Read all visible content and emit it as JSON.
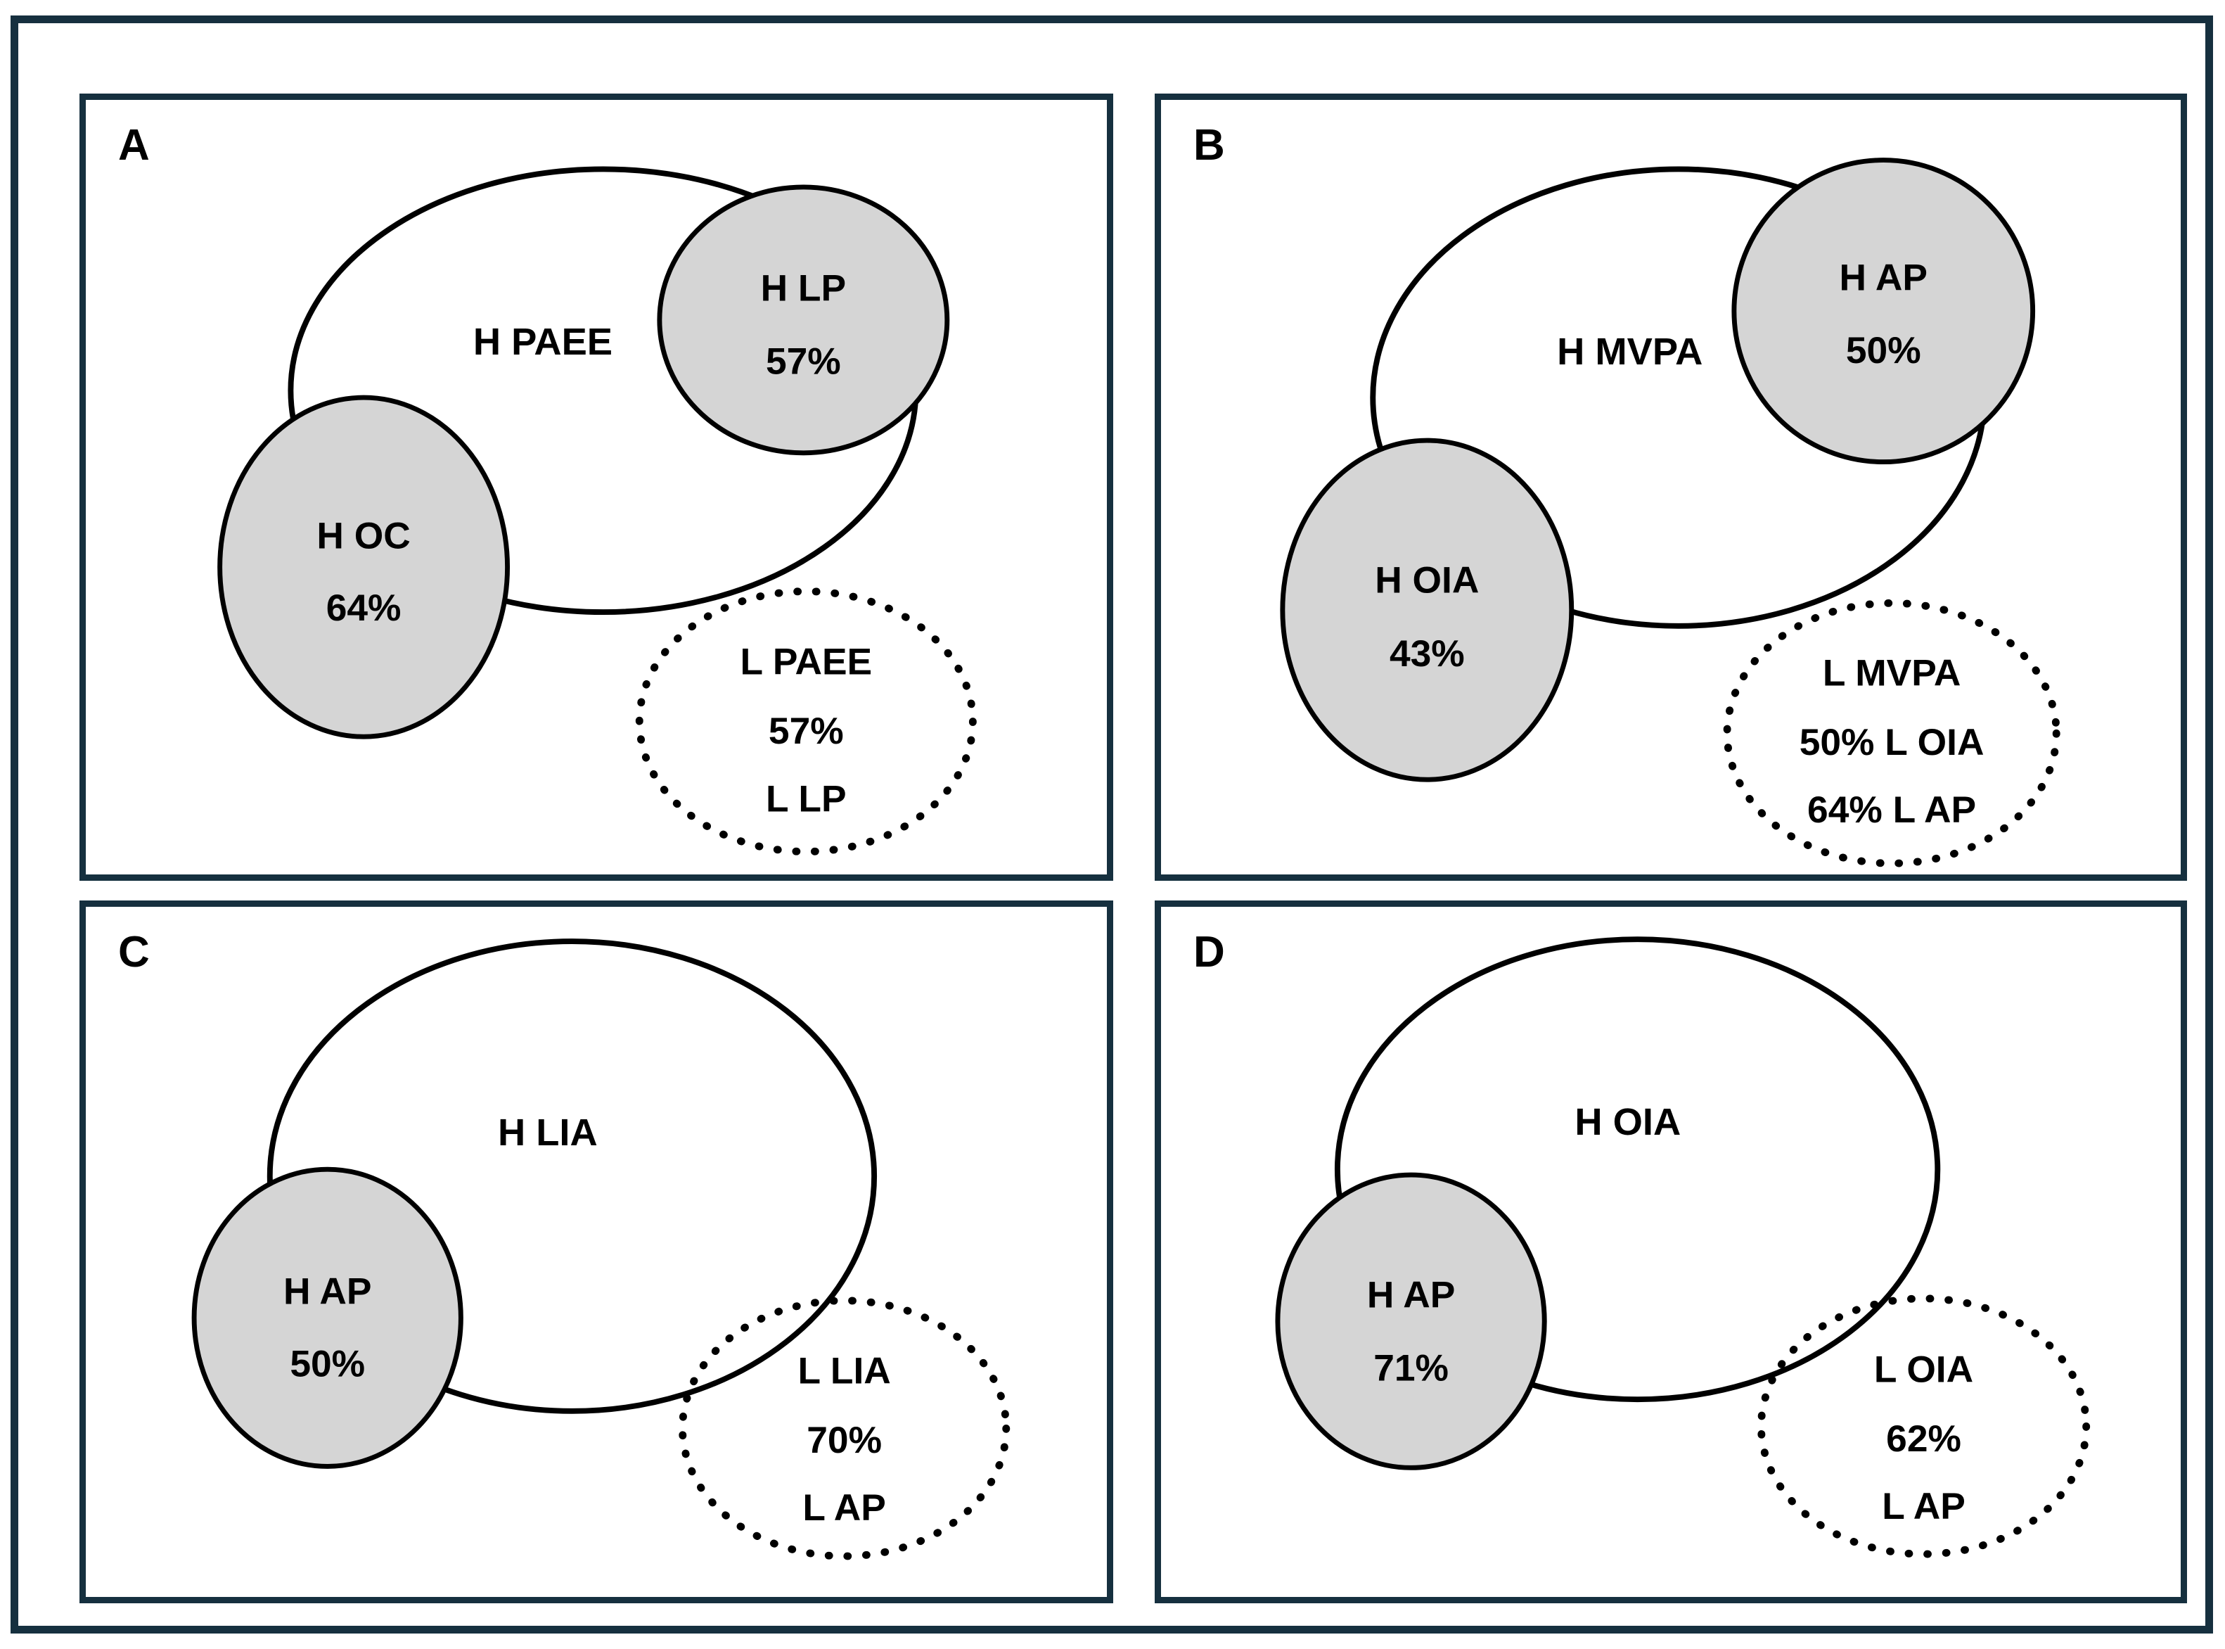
{
  "figure": {
    "frame_color": "#16303f",
    "shaded_fill": "#d5d5d5",
    "outline_color": "#000000"
  },
  "panels": [
    {
      "id": "A",
      "letter": "A",
      "big_set": {
        "label": "H PAEE"
      },
      "shaded_sets": [
        {
          "label": "H OC",
          "value": "64%"
        },
        {
          "label": "H LP",
          "value": "57%"
        }
      ],
      "dotted_set": {
        "line1": "L PAEE",
        "line2": "57%",
        "line3": "L LP"
      }
    },
    {
      "id": "B",
      "letter": "B",
      "big_set": {
        "label": "H MVPA"
      },
      "shaded_sets": [
        {
          "label": "H OIA",
          "value": "43%"
        },
        {
          "label": "H AP",
          "value": "50%"
        }
      ],
      "dotted_set": {
        "line1": "L MVPA",
        "line2": "50% L OIA",
        "line3": "64% L AP"
      }
    },
    {
      "id": "C",
      "letter": "C",
      "big_set": {
        "label": "H LIA"
      },
      "shaded_sets": [
        {
          "label": "H AP",
          "value": "50%"
        }
      ],
      "dotted_set": {
        "line1": "L LIA",
        "line2": "70%",
        "line3": "L AP"
      }
    },
    {
      "id": "D",
      "letter": "D",
      "big_set": {
        "label": "H OIA"
      },
      "shaded_sets": [
        {
          "label": "H AP",
          "value": "71%"
        }
      ],
      "dotted_set": {
        "line1": "L OIA",
        "line2": "62%",
        "line3": "L AP"
      }
    }
  ],
  "chart_data": {
    "type": "diagram",
    "subtype": "euler-venn-set-diagram",
    "title": "",
    "panels": [
      {
        "panel": "A",
        "outer_set": "H PAEE",
        "subsets": [
          {
            "name": "H OC",
            "percent": 64,
            "fill": "shaded",
            "overlap_with_outer": "partial"
          },
          {
            "name": "H LP",
            "percent": 57,
            "fill": "shaded",
            "overlap_with_outer": "partial"
          }
        ],
        "separate_set": {
          "names": [
            "L PAEE",
            "L LP"
          ],
          "percent": 57,
          "style": "dotted"
        }
      },
      {
        "panel": "B",
        "outer_set": "H MVPA",
        "subsets": [
          {
            "name": "H OIA",
            "percent": 43,
            "fill": "shaded",
            "overlap_with_outer": "partial"
          },
          {
            "name": "H AP",
            "percent": 50,
            "fill": "shaded",
            "overlap_with_outer": "partial"
          }
        ],
        "separate_set": {
          "names": [
            "L MVPA",
            "L OIA",
            "L AP"
          ],
          "percents": [
            50,
            64
          ],
          "style": "dotted"
        }
      },
      {
        "panel": "C",
        "outer_set": "H LIA",
        "subsets": [
          {
            "name": "H AP",
            "percent": 50,
            "fill": "shaded",
            "overlap_with_outer": "partial"
          }
        ],
        "separate_set": {
          "names": [
            "L LIA",
            "L AP"
          ],
          "percent": 70,
          "style": "dotted"
        }
      },
      {
        "panel": "D",
        "outer_set": "H OIA",
        "subsets": [
          {
            "name": "H AP",
            "percent": 71,
            "fill": "shaded",
            "overlap_with_outer": "partial"
          }
        ],
        "separate_set": {
          "names": [
            "L OIA",
            "L AP"
          ],
          "percent": 62,
          "style": "dotted"
        }
      }
    ]
  }
}
